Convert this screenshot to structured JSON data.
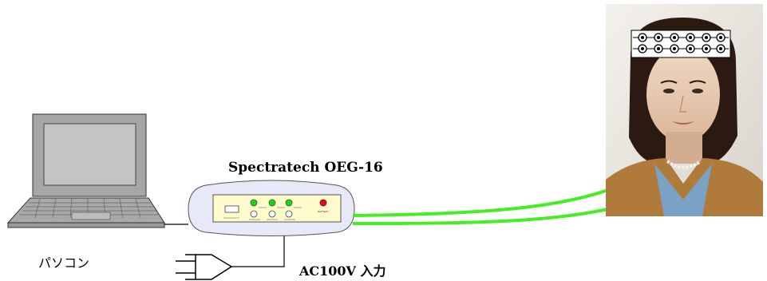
{
  "device": {
    "title": "Spectratech OEG-16",
    "led_label": "BATTERY"
  },
  "pc": {
    "label": "パソコン"
  },
  "power": {
    "label": "AC100V 入力"
  },
  "colors": {
    "cable_green": "#44ee22",
    "led_green": "#22cc22",
    "led_red": "#dd1111",
    "panel_fill": "#fffbcc",
    "device_body": "#e7e9f8",
    "laptop_gray": "#a6a6a6"
  },
  "icons": [
    "laptop-icon",
    "power-plug-icon",
    "oeg-device-icon",
    "sensor-headband-icon",
    "subject-photo"
  ]
}
